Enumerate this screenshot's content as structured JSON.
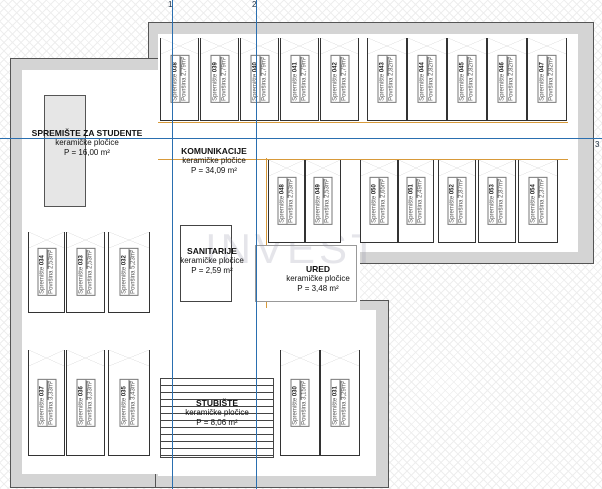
{
  "axes": [
    "1",
    "2",
    "3"
  ],
  "unit_label": "Spremište",
  "area_label": "Površina",
  "units": [
    {
      "id": "038",
      "area": "2,79m²"
    },
    {
      "id": "039",
      "area": "2,79m²"
    },
    {
      "id": "040",
      "area": "2,79m²"
    },
    {
      "id": "041",
      "area": "2,79m²"
    },
    {
      "id": "042",
      "area": "2,79m²"
    },
    {
      "id": "043",
      "area": "2,82m²"
    },
    {
      "id": "044",
      "area": "2,82m²"
    },
    {
      "id": "045",
      "area": "2,82m²"
    },
    {
      "id": "046",
      "area": "2,82m²"
    },
    {
      "id": "047",
      "area": "2,82m²"
    },
    {
      "id": "048",
      "area": "2,53m²"
    },
    {
      "id": "049",
      "area": "2,53m²"
    },
    {
      "id": "050",
      "area": "2,65m²"
    },
    {
      "id": "051",
      "area": "2,49m²"
    },
    {
      "id": "052",
      "area": "2,87m²"
    },
    {
      "id": "053",
      "area": "2,87m²"
    },
    {
      "id": "054",
      "area": "2,37m²"
    },
    {
      "id": "034",
      "area": "2,53m²"
    },
    {
      "id": "033",
      "area": "2,53m²"
    },
    {
      "id": "032",
      "area": "5,23m²"
    },
    {
      "id": "037",
      "area": "3,33m²"
    },
    {
      "id": "036",
      "area": "3,33m²"
    },
    {
      "id": "035",
      "area": "3,43m²"
    },
    {
      "id": "030",
      "area": "3,15m²"
    },
    {
      "id": "031",
      "area": "3,29m²"
    }
  ],
  "rooms": [
    {
      "name": "SPREMIŠTE ZA STUDENTE",
      "floor": "keramičke pločice",
      "area": "P = 16,00 m²"
    },
    {
      "name": "KOMUNIKACIJE",
      "floor": "keramičke pločice",
      "area": "P = 34,09 m²"
    },
    {
      "name": "SANITARIJE",
      "floor": "keramičke pločice",
      "area": "P = 2,59 m²"
    },
    {
      "name": "URED",
      "floor": "keramičke pločice",
      "area": "P = 3,48 m²"
    },
    {
      "name": "STUBIŠTE",
      "floor": "keramičke pločice",
      "area": "P = 8,06 m²"
    }
  ],
  "watermark": "INVEST"
}
